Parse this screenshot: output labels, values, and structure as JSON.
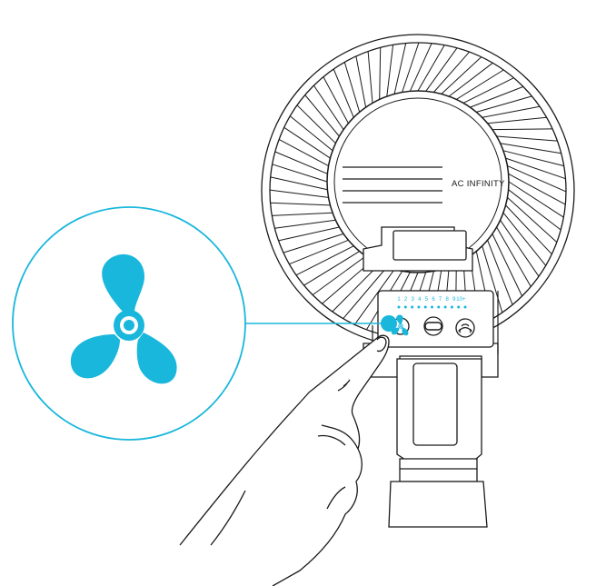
{
  "brand_label": "AC INFINITY",
  "speed_scale": {
    "levels": [
      "1",
      "2",
      "3",
      "4",
      "5",
      "6",
      "7",
      "8",
      "9",
      "10"
    ],
    "boost_label": "10+",
    "indicator_dot_count": 11
  },
  "fan_guard": {
    "spoke_count": 72
  },
  "colors": {
    "accent": "#1ab7dc",
    "line": "#1a1a1a",
    "background": "#ffffff"
  },
  "icons": {
    "zoom_callout": "fan-icon",
    "button_fan": "fan-icon",
    "button_center": "usb-c-port-icon",
    "button_right": "oscillation-icon"
  }
}
